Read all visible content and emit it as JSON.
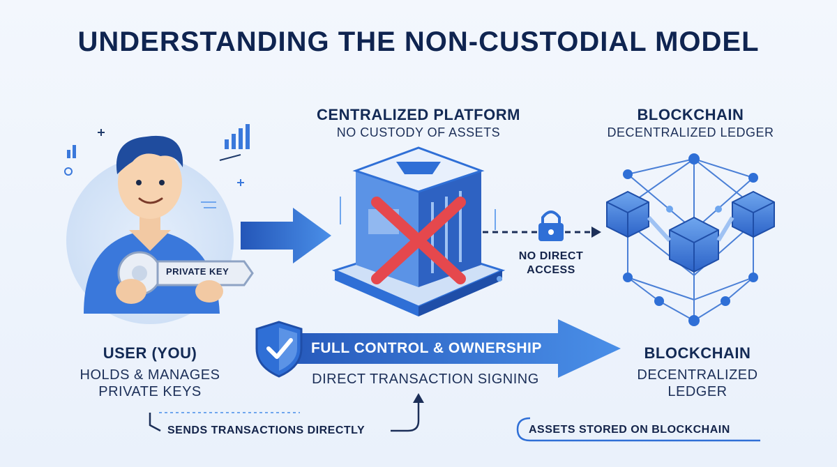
{
  "title": "UNDERSTANDING THE NON-CUSTODIAL MODEL",
  "platform": {
    "heading": "CENTRALIZED PLATFORM",
    "subheading": "NO CUSTODY OF ASSETS"
  },
  "blockchain_top": {
    "heading": "BLOCKCHAIN",
    "subheading": "DECENTRALIZED LEDGER"
  },
  "user": {
    "heading": "USER (YOU)",
    "line1": "HOLDS & MANAGES",
    "line2": "PRIVATE KEYS",
    "key_label": "PRIVATE KEY"
  },
  "no_access": {
    "line1": "NO DIRECT",
    "line2": "ACCESS"
  },
  "control_arrow": {
    "label": "FULL CONTROL & OWNERSHIP",
    "sublabel": "DIRECT TRANSACTION SIGNING"
  },
  "blockchain_bottom": {
    "heading": "BLOCKCHAIN",
    "line1": "DECENTRALIZED",
    "line2": "LEDGER"
  },
  "sends_label": "SENDS TRANSACTIONS DIRECTLY",
  "assets_label": "ASSETS STORED ON BLOCKCHAIN",
  "colors": {
    "primary": "#2f6fd6",
    "dark": "#0f2450",
    "accent_red": "#e5484d",
    "light": "#cfe0f7"
  },
  "icons": [
    "user-avatar",
    "key-icon",
    "server-icon",
    "cross-icon",
    "lock-icon",
    "blockchain-network-icon",
    "shield-check-icon"
  ]
}
